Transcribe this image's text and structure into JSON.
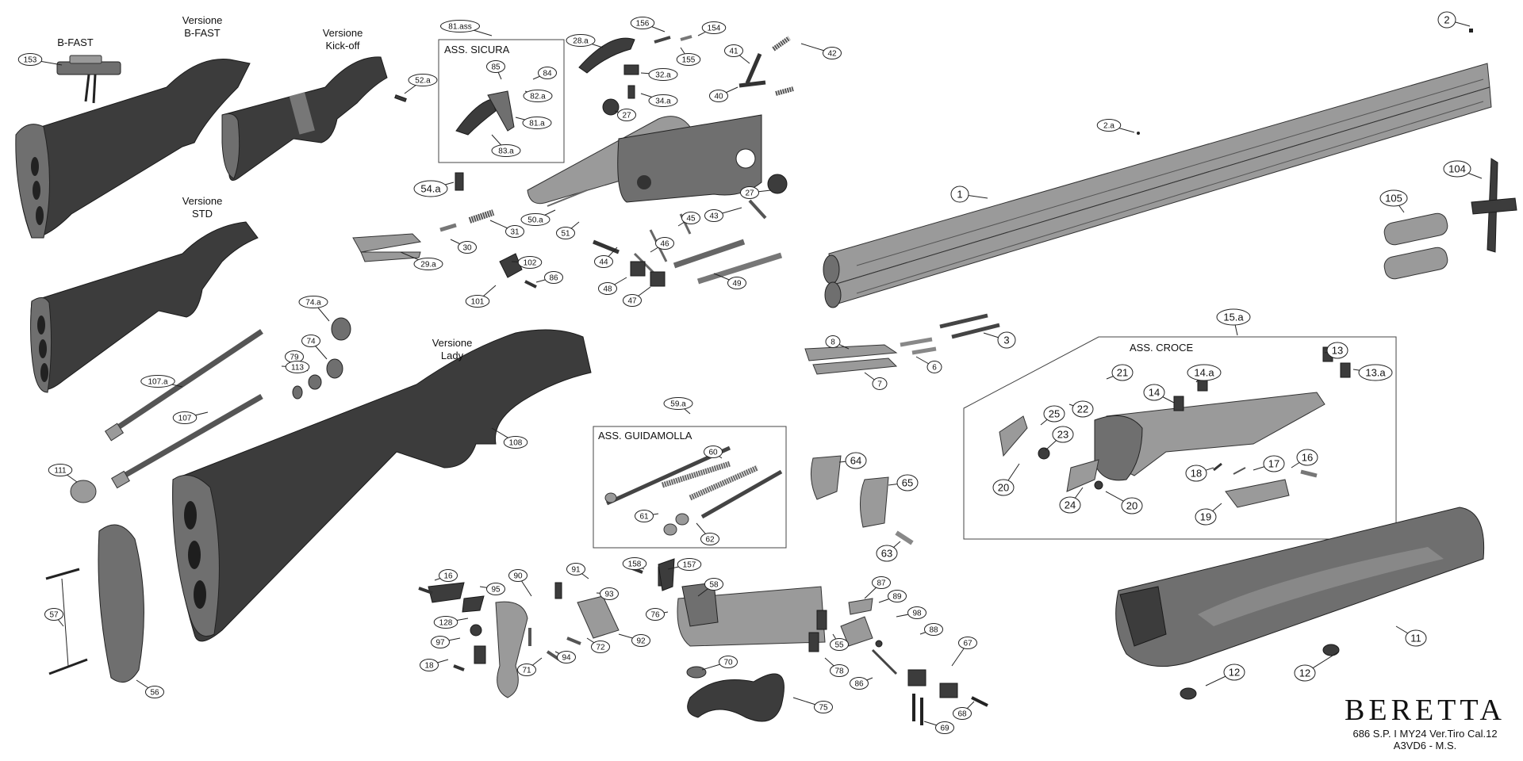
{
  "diagram": {
    "version_labels": [
      {
        "id": "bfast_title",
        "text": "B-FAST"
      },
      {
        "id": "ver_bfast",
        "text": "Versione\nB-FAST"
      },
      {
        "id": "ver_kickoff",
        "text": "Versione\nKick-off"
      },
      {
        "id": "ver_std",
        "text": "Versione\nSTD"
      },
      {
        "id": "ver_lady",
        "text": "Versione\nLady"
      }
    ],
    "assemblies": [
      {
        "id": "sicura",
        "label": "ASS. SICURA",
        "ref": "81.ass"
      },
      {
        "id": "guidamolla",
        "label": "ASS. GUIDAMOLLA",
        "ref": "59.a"
      },
      {
        "id": "croce",
        "label": "ASS. CROCE",
        "ref": "15.a"
      }
    ],
    "callouts": [
      "153",
      "52.a",
      "81.ass",
      "85",
      "84",
      "82.a",
      "81.a",
      "83.a",
      "28.a",
      "156",
      "154",
      "155",
      "32.a",
      "34.a",
      "27",
      "41",
      "40",
      "42",
      "2",
      "2.a",
      "1",
      "104",
      "105",
      "54.a",
      "50.a",
      "51",
      "31",
      "30",
      "29.a",
      "102",
      "86",
      "101",
      "27",
      "43",
      "45",
      "46",
      "44",
      "48",
      "47",
      "49",
      "8",
      "7",
      "6",
      "3",
      "15.a",
      "13",
      "13.a",
      "14.a",
      "14",
      "21",
      "22",
      "25",
      "23",
      "20",
      "24",
      "20",
      "18",
      "17",
      "16",
      "19",
      "74.a",
      "74",
      "79",
      "113",
      "107.a",
      "107",
      "108",
      "111",
      "59.a",
      "60",
      "61",
      "62",
      "64",
      "65",
      "63",
      "57",
      "56",
      "16",
      "95",
      "90",
      "91",
      "93",
      "158",
      "157",
      "58",
      "87",
      "89",
      "98",
      "128",
      "97",
      "18",
      "71",
      "94",
      "72",
      "92",
      "76",
      "55",
      "78",
      "88",
      "86",
      "67",
      "70",
      "75",
      "69",
      "68",
      "11",
      "12",
      "12"
    ],
    "brand": {
      "name": "BERETTA",
      "model": "686 S.P. I MY24 Ver.Tiro Cal.12",
      "code": "A3VD6 - M.S."
    },
    "colors": {
      "part_dark": "#3c3c3c",
      "part_light": "#9a9a9a",
      "line": "#222222",
      "background": "#ffffff"
    }
  }
}
